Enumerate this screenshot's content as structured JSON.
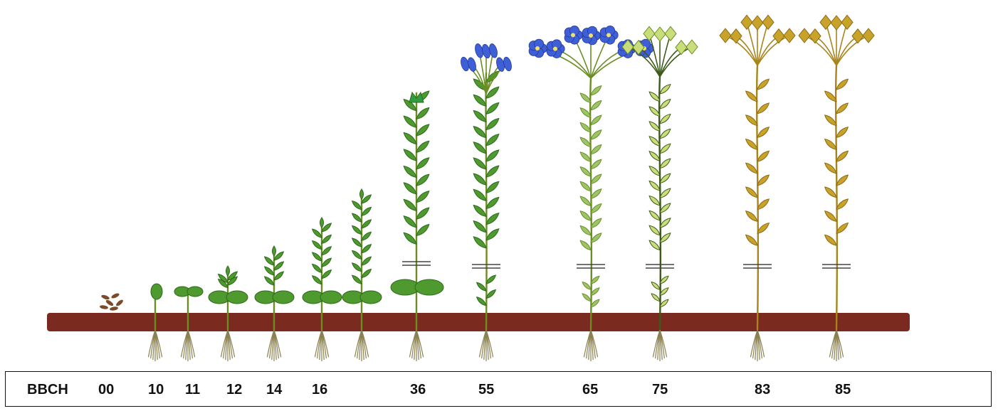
{
  "scale_label": "BBCH",
  "stages": [
    {
      "code": "00",
      "kind": "seed"
    },
    {
      "code": "10",
      "kind": "cotyledon"
    },
    {
      "code": "11",
      "kind": "cotyledon_open"
    },
    {
      "code": "12",
      "kind": "seedling",
      "pairs": 2
    },
    {
      "code": "14",
      "kind": "seedling",
      "pairs": 3
    },
    {
      "code": "16",
      "kind": "seedling",
      "pairs": 5
    },
    {
      "code": "",
      "kind": "seedling",
      "pairs": 7
    },
    {
      "code": "36",
      "kind": "stem"
    },
    {
      "code": "55",
      "kind": "buds"
    },
    {
      "code": "65",
      "kind": "flowering"
    },
    {
      "code": "75",
      "kind": "capsules_green"
    },
    {
      "code": "83",
      "kind": "capsules_ripe"
    },
    {
      "code": "85",
      "kind": "capsules_ripe"
    }
  ],
  "colors": {
    "soil": "#7a2a1e",
    "leaf_green": "#4f9a2f",
    "leaf_dark": "#2d6a1c",
    "stem_green": "#6b8e23",
    "flower_blue": "#3f5fd6",
    "pale_green": "#c9dd7a",
    "ripe_gold": "#c9a22a",
    "seed_brown": "#7b4a28",
    "root": "#8a8050"
  }
}
